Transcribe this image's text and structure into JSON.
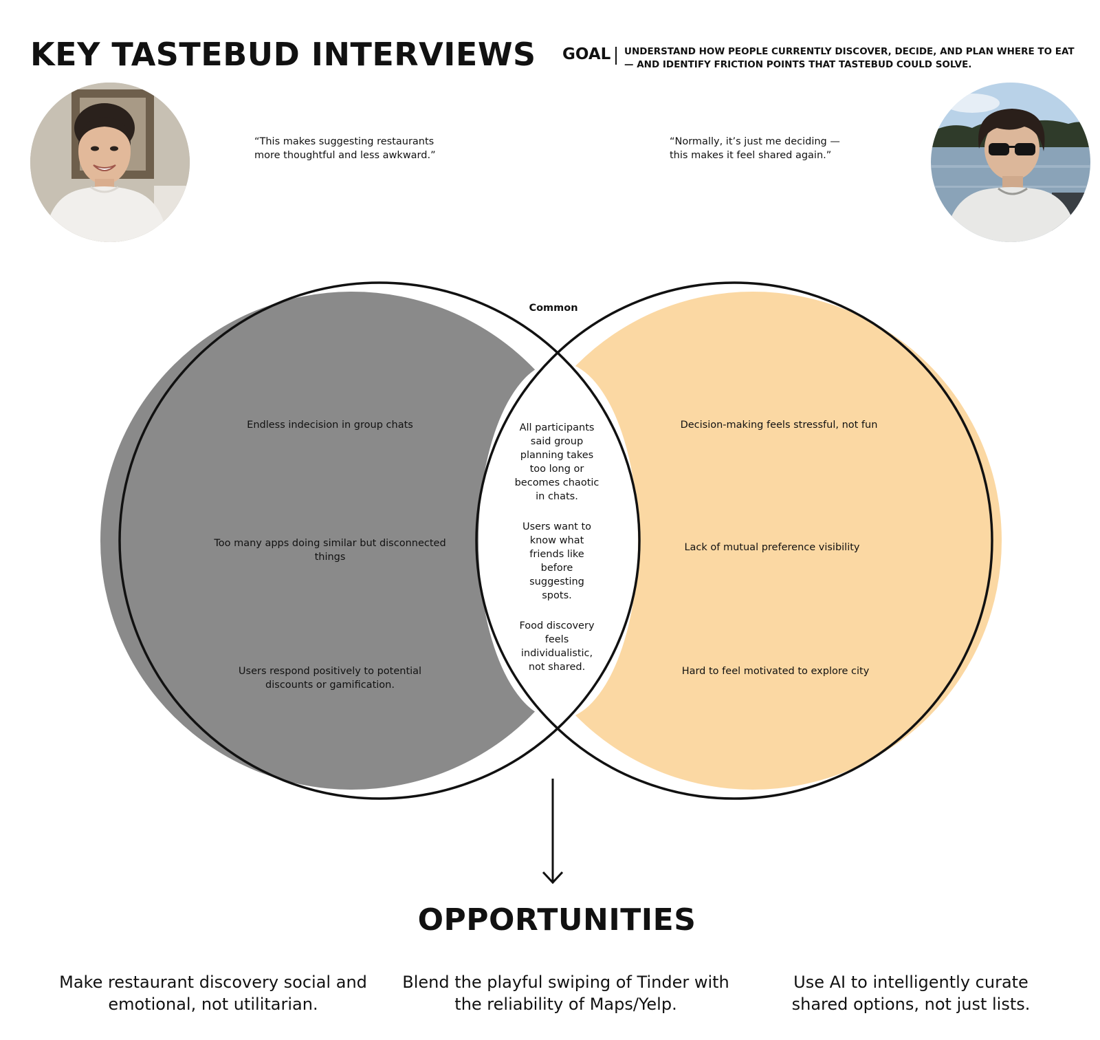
{
  "header": {
    "title": "KEY TASTEBUD INTERVIEWS",
    "goal_label": "GOAL",
    "goal_text": "Understand how people currently discover, decide, and plan where to eat — and identify friction points that Tastebud could solve."
  },
  "interviews": [
    {
      "quote": "“This makes suggesting restaurants more thoughtful and less awkward.”"
    },
    {
      "quote": "“Normally, it’s just me deciding — this makes it feel shared again.”"
    }
  ],
  "venn": {
    "common_label": "Common",
    "left_points": [
      "Endless indecision in group chats",
      "Too many apps doing similar but disconnected things",
      "Users respond positively to potential discounts or gamification."
    ],
    "common_points": [
      "All participants said group planning takes too long or becomes chaotic in chats.",
      "Users want to know what friends like before suggesting spots.",
      "Food discovery feels individualistic, not shared."
    ],
    "right_points": [
      "Decision-making feels stressful, not fun",
      "Lack of mutual preference visibility",
      "Hard to feel motivated to explore city"
    ],
    "colors": {
      "left": "#8a8a8a",
      "right": "#fbd8a3",
      "outline": "#111111"
    }
  },
  "opportunities": {
    "title": "OPPORTUNITIES",
    "items": [
      "Make restaurant discovery social and emotional, not utilitarian.",
      "Blend the playful swiping of Tinder with the reliability of Maps/Yelp.",
      "Use AI to intelligently curate shared options, not just lists."
    ]
  }
}
